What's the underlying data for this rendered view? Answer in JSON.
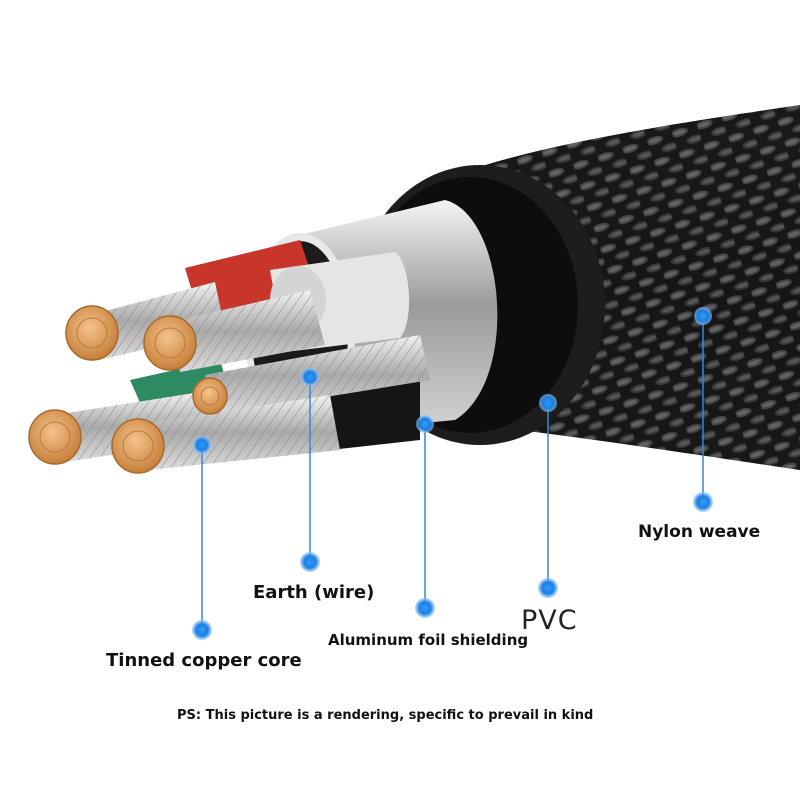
{
  "labels": {
    "nylon_weave": "Nylon weave",
    "earth_wire": "Earth (wire)",
    "pvc": "PVC",
    "aluminum_foil": "Aluminum foil shielding",
    "tinned_copper_core": "Tinned copper core"
  },
  "note": "PS: This picture is a rendering, specific to prevail in kind",
  "colors": {
    "background": "#ffffff",
    "callout_dot": "#1e90ff",
    "callout_line": "#3a86d8",
    "braid": "#1a1a1a",
    "pvc_jacket": "#141414",
    "foil": "#c9c9c9",
    "copper": "#e0a060",
    "insulation_red": "#c8352a",
    "insulation_green": "#2e8a63",
    "insulation_white": "#e8e8e8"
  }
}
